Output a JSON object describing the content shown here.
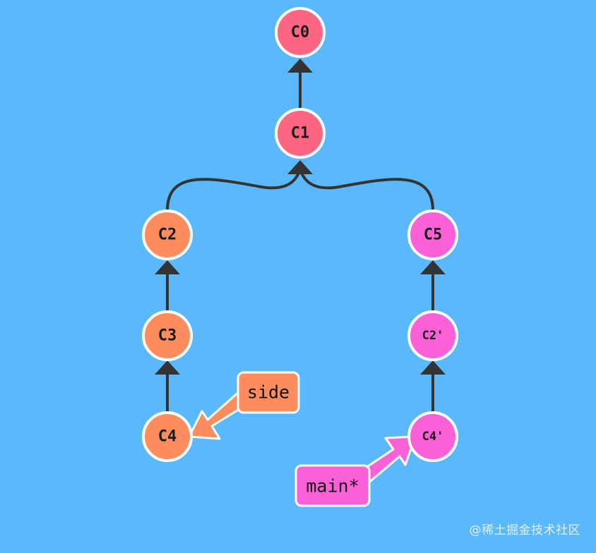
{
  "colors": {
    "background": "#5bb9fb",
    "main_lane": "#fc6682",
    "side_branch": "#fd8c5e",
    "main_branch": "#fb61d7",
    "edge": "#333333",
    "node_border": "#ffffff"
  },
  "commits": {
    "c0": "C0",
    "c1": "C1",
    "c2": "C2",
    "c3": "C3",
    "c4": "C4",
    "c5": "C5",
    "c2_prime": "C2'",
    "c4_prime": "C4'"
  },
  "edges": [
    {
      "from": "C1",
      "to": "C0"
    },
    {
      "from": "C2",
      "to": "C1"
    },
    {
      "from": "C5",
      "to": "C1"
    },
    {
      "from": "C3",
      "to": "C2"
    },
    {
      "from": "C4",
      "to": "C3"
    },
    {
      "from": "C2'",
      "to": "C5"
    },
    {
      "from": "C4'",
      "to": "C2'"
    }
  ],
  "branches": {
    "side": {
      "label": "side",
      "target": "C4"
    },
    "main": {
      "label": "main*",
      "target": "C4'"
    }
  },
  "watermark": "@稀土掘金技术社区"
}
